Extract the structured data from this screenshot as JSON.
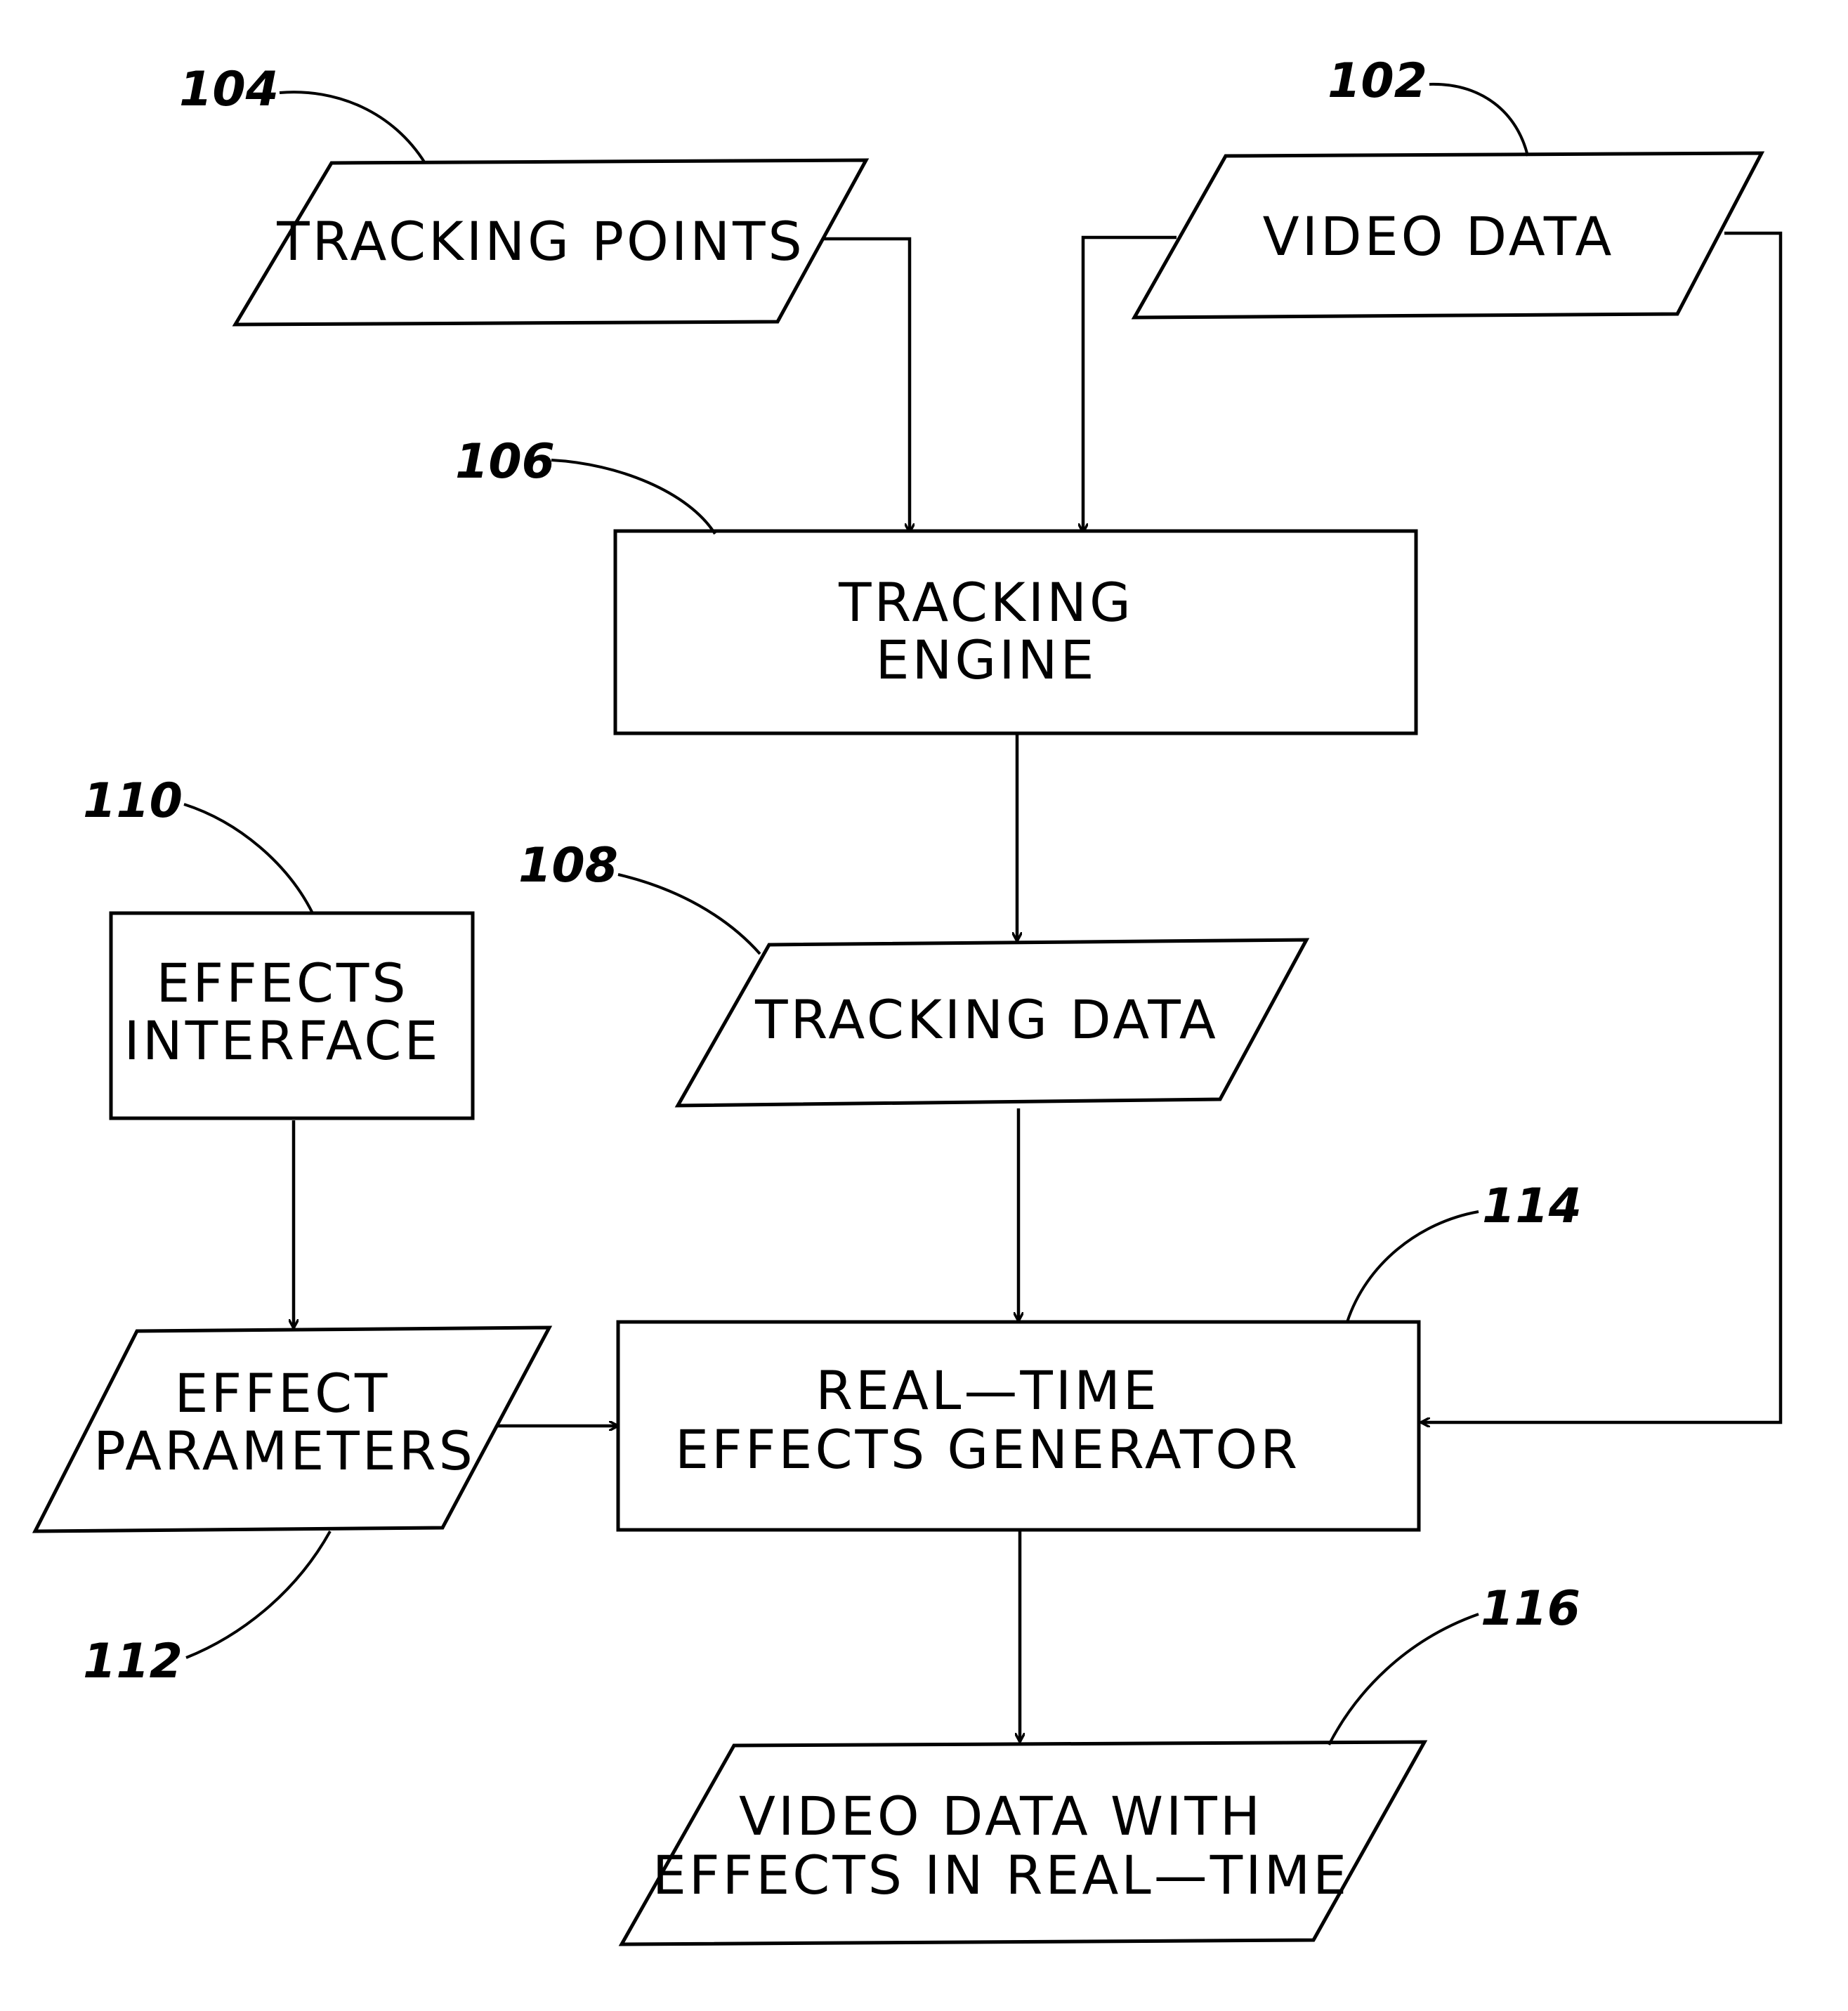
{
  "nodes": {
    "tracking_points": {
      "ref": "104",
      "lines": [
        "TRACKING POINTS"
      ]
    },
    "video_data": {
      "ref": "102",
      "lines": [
        "VIDEO DATA"
      ]
    },
    "tracking_engine": {
      "ref": "106",
      "lines": [
        "TRACKING",
        "ENGINE"
      ]
    },
    "tracking_data": {
      "ref": "108",
      "lines": [
        "TRACKING DATA"
      ]
    },
    "effects_interface": {
      "ref": "110",
      "lines": [
        "EFFECTS",
        "INTERFACE"
      ]
    },
    "effect_parameters": {
      "ref": "112",
      "lines": [
        "EFFECT",
        "PARAMETERS"
      ]
    },
    "effects_generator": {
      "ref": "114",
      "lines": [
        "REAL—TIME",
        "EFFECTS GENERATOR"
      ]
    },
    "output_video": {
      "ref": "116",
      "lines": [
        "VIDEO DATA WITH",
        "EFFECTS IN REAL—TIME"
      ]
    }
  },
  "edges": [
    {
      "from": "tracking_points",
      "to": "tracking_engine"
    },
    {
      "from": "video_data",
      "to": "tracking_engine"
    },
    {
      "from": "video_data",
      "to": "effects_generator"
    },
    {
      "from": "tracking_engine",
      "to": "tracking_data"
    },
    {
      "from": "tracking_data",
      "to": "effects_generator"
    },
    {
      "from": "effects_interface",
      "to": "effect_parameters"
    },
    {
      "from": "effect_parameters",
      "to": "effects_generator"
    },
    {
      "from": "effects_generator",
      "to": "output_video"
    }
  ]
}
